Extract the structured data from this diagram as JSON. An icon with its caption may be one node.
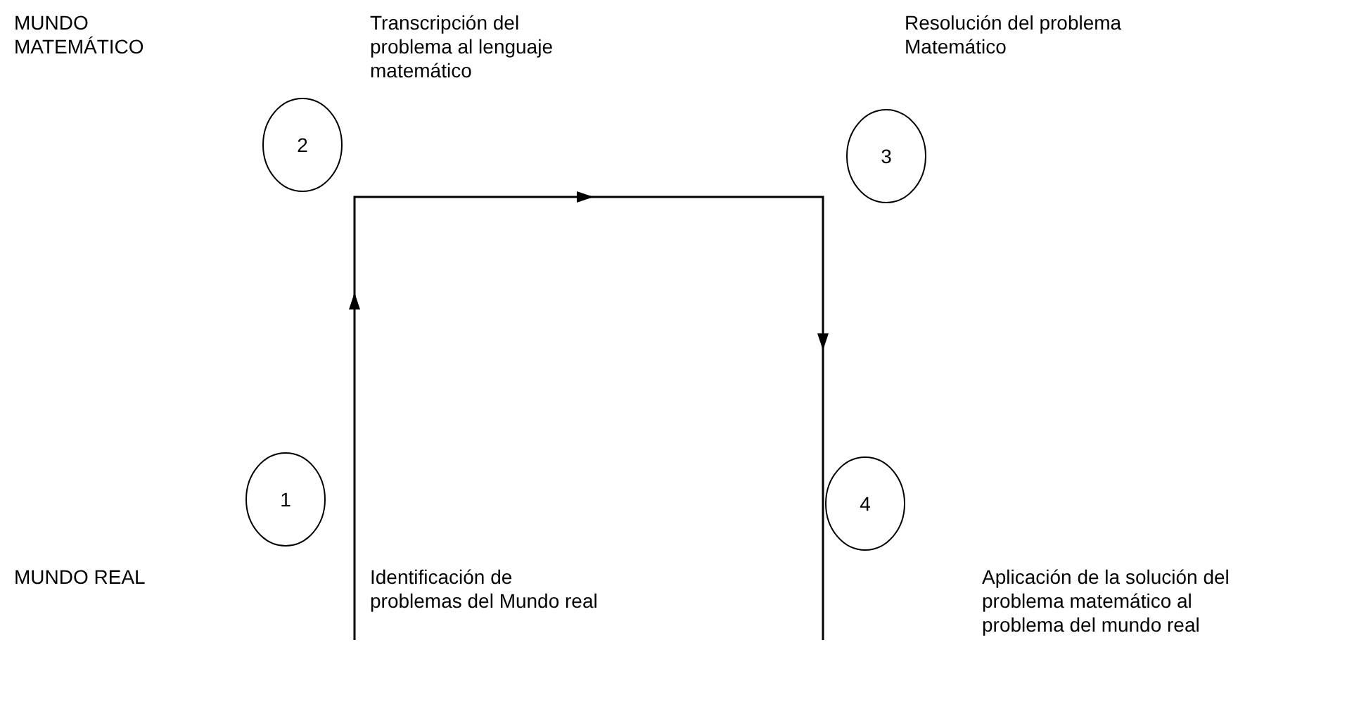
{
  "diagram": {
    "nodes": [
      {
        "text": [
          "1"
        ]
      },
      {
        "text": [
          "2"
        ]
      },
      {
        "text": [
          "3"
        ]
      },
      {
        "text": [
          "4"
        ]
      }
    ],
    "labels": [
      "MUNDO MATEMÁTICO",
      "Transcripción del problema al lenguaje matemático",
      "Resolución del problema Matemático",
      "MUNDO REAL",
      "Identificación de problemas del Mundo real",
      "Aplicación de la solución del problema matemático al problema del mundo real"
    ]
  }
}
